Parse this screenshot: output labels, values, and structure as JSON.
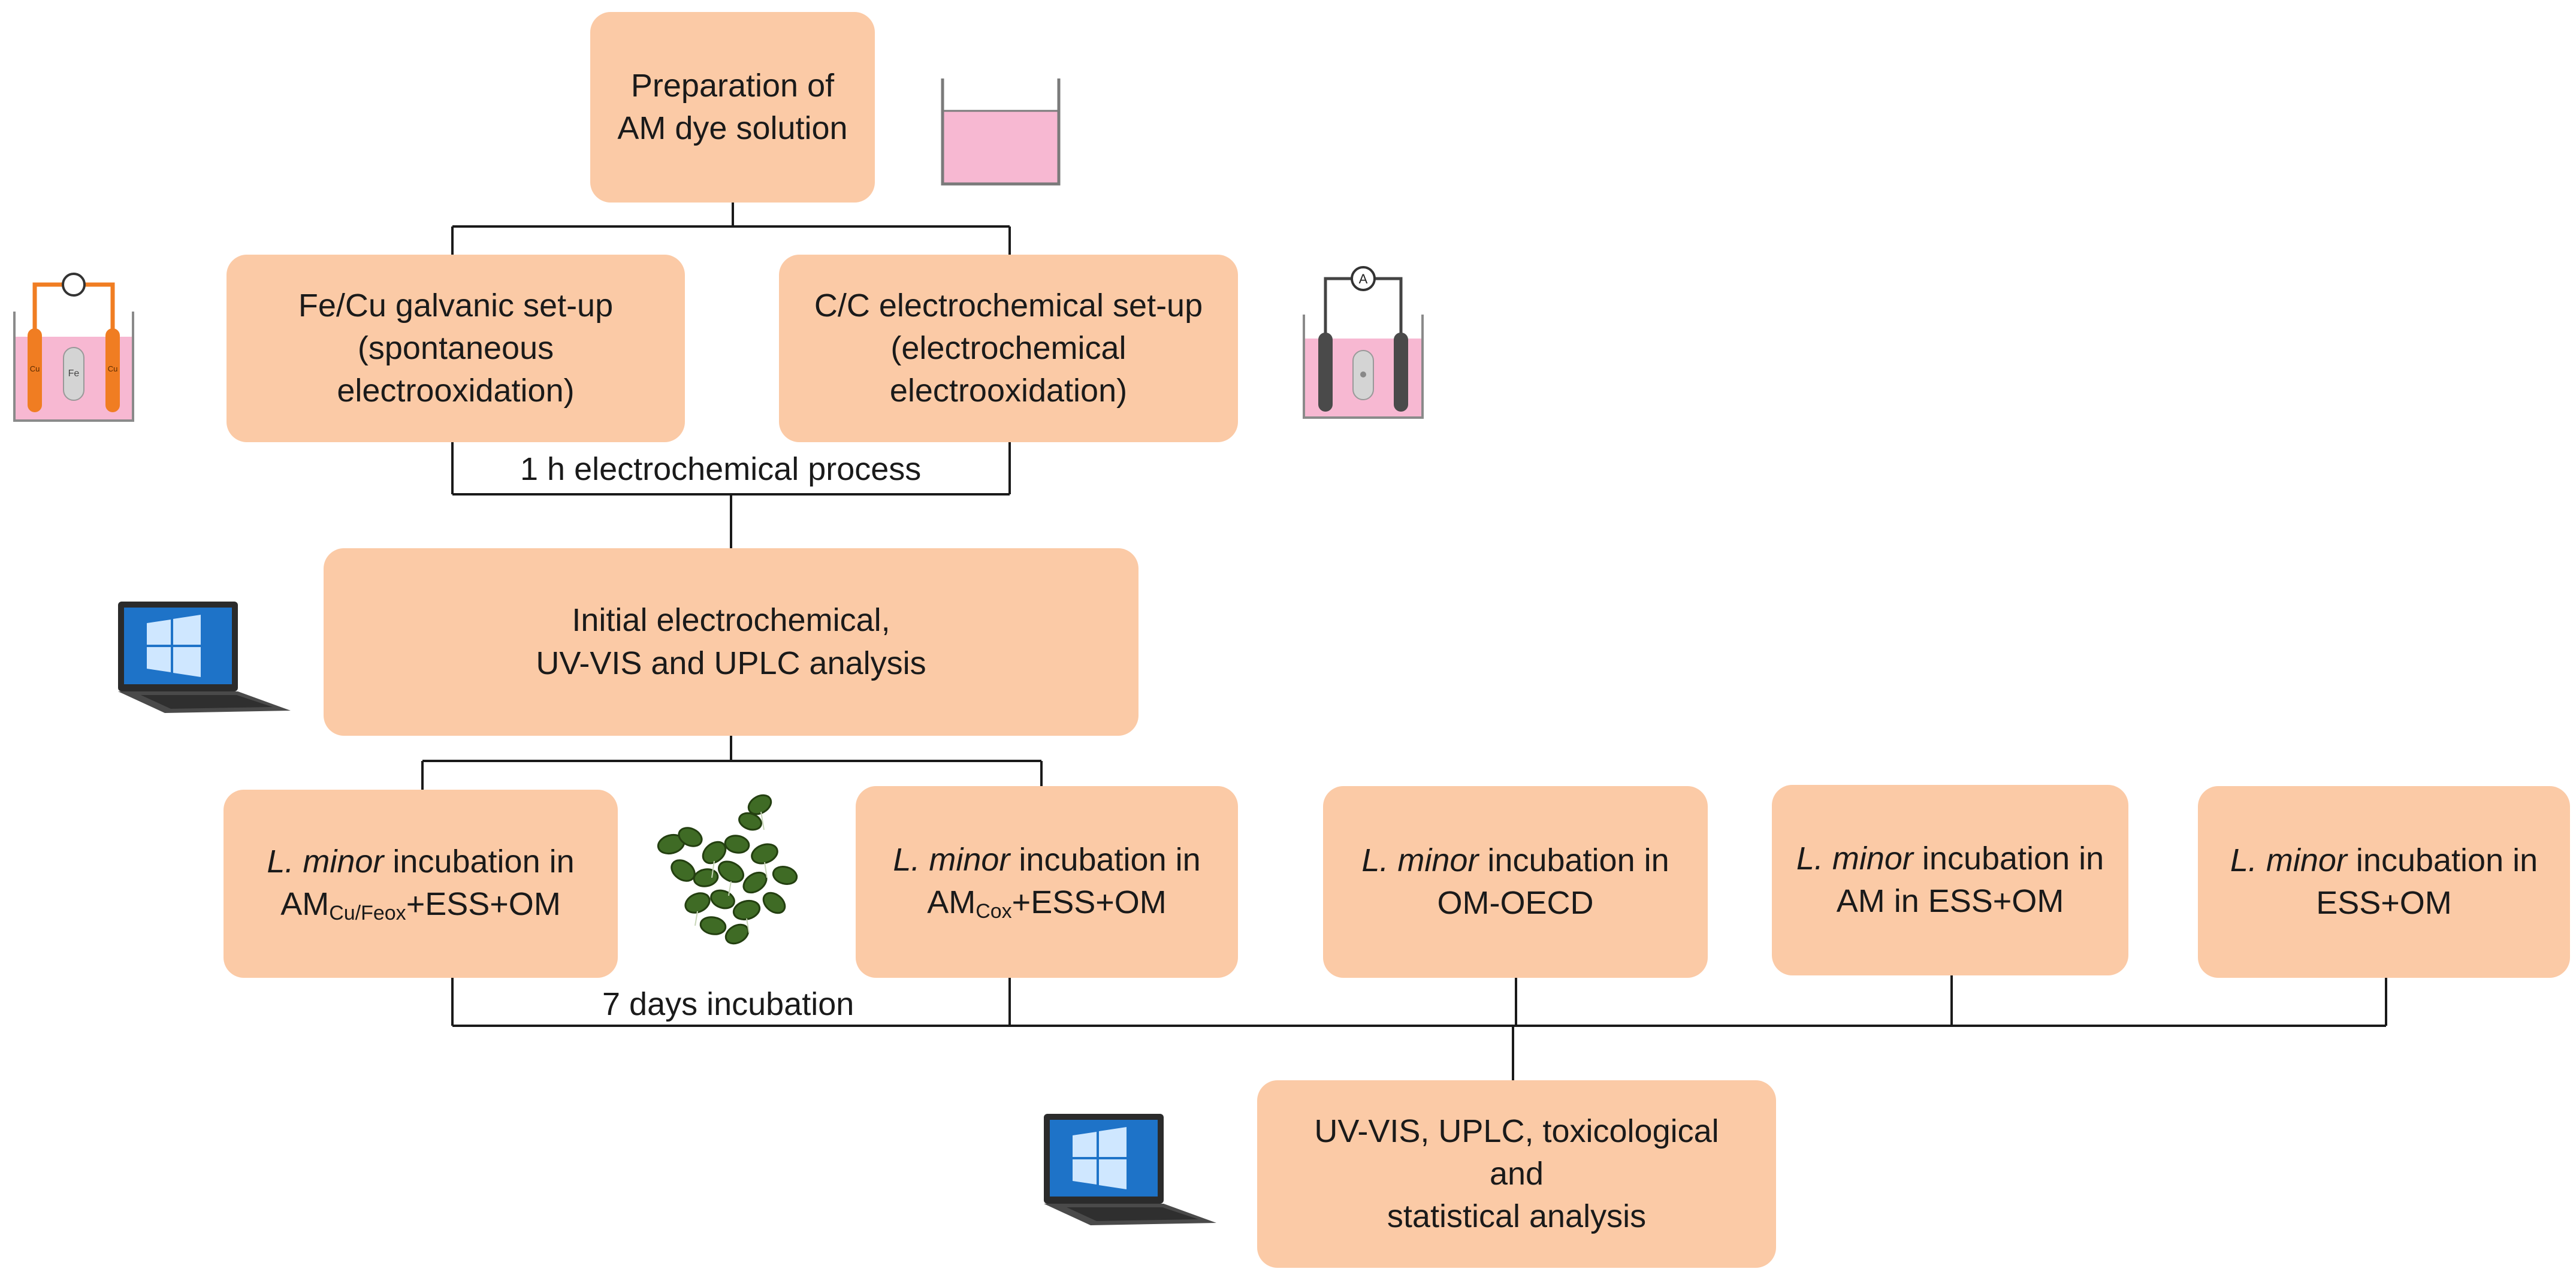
{
  "boxes": {
    "prep": [
      "Preparation of",
      "AM dye solution"
    ],
    "galvanic": [
      "Fe/Cu galvanic set-up",
      "(spontaneous",
      "electrooxidation)"
    ],
    "electrochem": [
      "C/C electrochemical set-up",
      "(electrochemical",
      "electrooxidation)"
    ],
    "initial": [
      "Initial electrochemical,",
      "UV-VIS and UPLC analysis"
    ],
    "inc1": {
      "species": "L. minor",
      "rest": " incubation in",
      "base": "AM",
      "sub": "Cu/Feox",
      "tail": "+ESS+OM"
    },
    "inc2": {
      "species": "L. minor",
      "rest": " incubation in",
      "base": "AM",
      "sub": "Cox",
      "tail": "+ESS+OM"
    },
    "inc3": {
      "species": "L. minor",
      "rest": " incubation in",
      "line2": "OM-OECD"
    },
    "inc4": {
      "species": "L. minor",
      "rest": " incubation in",
      "line2": "AM in ESS+OM"
    },
    "inc5": {
      "species": "L. minor",
      "rest": " incubation in",
      "line2": "ESS+OM"
    },
    "final": [
      "UV-VIS, UPLC, toxicological",
      "and",
      "statistical analysis"
    ]
  },
  "labels": {
    "process": "1 h electrochemical process",
    "incubation": "7 days incubation"
  },
  "icons": {
    "galvanic_cell": {
      "electrode_left": "Cu",
      "electrode_right": "Cu",
      "center": "Fe",
      "wire_color": "#f07d22"
    },
    "electro_cell": {
      "meter": "A"
    }
  },
  "colors": {
    "box_fill": "#fbcaa6",
    "line": "#1a1a1a",
    "solution": "#f7b8d2",
    "laptop_screen": "#1e73c8"
  }
}
